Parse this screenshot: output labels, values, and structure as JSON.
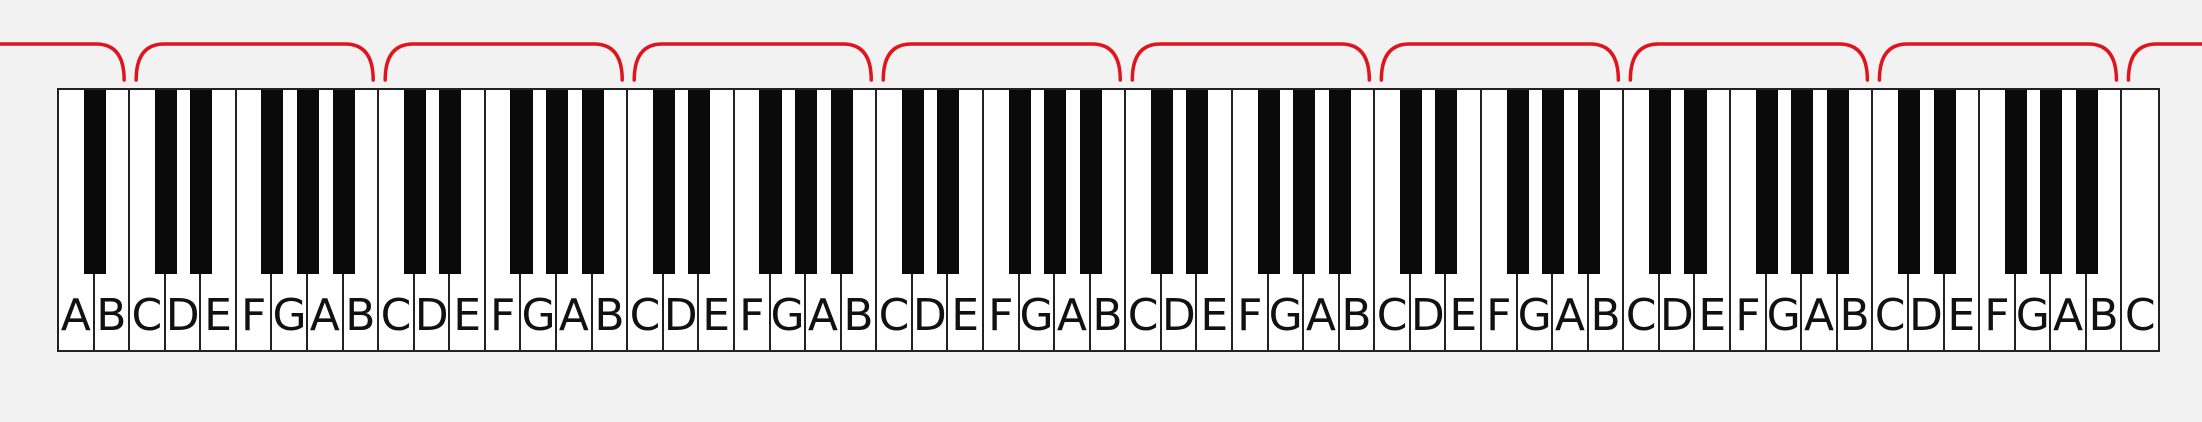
{
  "keyboard": {
    "white_keys": [
      "A",
      "B",
      "C",
      "D",
      "E",
      "F",
      "G",
      "A",
      "B",
      "C",
      "D",
      "E",
      "F",
      "G",
      "A",
      "B",
      "C",
      "D",
      "E",
      "F",
      "G",
      "A",
      "B",
      "C",
      "D",
      "E",
      "F",
      "G",
      "A",
      "B",
      "C",
      "D",
      "E",
      "F",
      "G",
      "A",
      "B",
      "C",
      "D",
      "E",
      "F",
      "G",
      "A",
      "B",
      "C",
      "D",
      "E",
      "F",
      "G",
      "A",
      "B",
      "C",
      "D",
      "E",
      "F",
      "G",
      "A",
      "B",
      "C"
    ],
    "black_key_pattern_note": ""
  },
  "colors": {
    "bracket": "#e0141e",
    "white_key": "#ffffff",
    "black_key": "#0a0a0a",
    "outline": "#222222",
    "background": "#f2f2f2"
  }
}
